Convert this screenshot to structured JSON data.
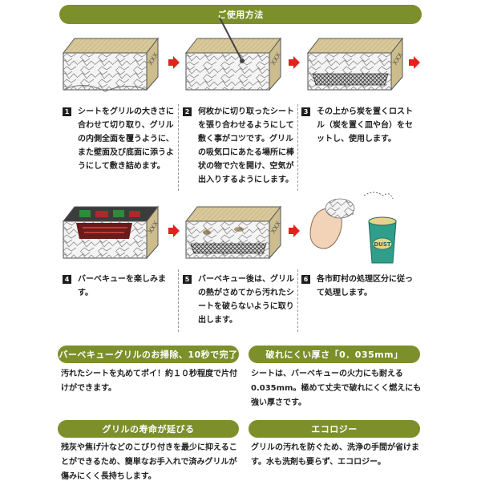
{
  "header": {
    "title": "ご使用方法"
  },
  "steps": [
    {
      "num": "1",
      "text": "シートをグリルの大きさに合わせて切り取り、グリルの内側全面を覆うように、また壁面及び底面に添うようにして敷き詰めます。"
    },
    {
      "num": "2",
      "text": "何枚かに切り取ったシートを張り合わせるようにして敷く事がコツです。グリルの吸気口にあたる場所に棒状の物で穴を開け、空気が出入りするようにします。"
    },
    {
      "num": "3",
      "text": "その上から炭を置くロストル（炭を置く皿や台）をセットし、使用します。"
    },
    {
      "num": "4",
      "text": "バーベキューを楽しみます。"
    },
    {
      "num": "5",
      "text": "バーベキュー後は、グリルの熱がさめてから汚れたシートを破らないように取り出します。"
    },
    {
      "num": "6",
      "text": "各市町村の処理区分に従って処理します。"
    }
  ],
  "illustrations": {
    "box_label": "XXX",
    "can_label": "DUST"
  },
  "features": [
    {
      "title": "バーベキューグリルのお掃除、10秒で完了",
      "text": "汚れたシートを丸めてポイ！約１０秒程度で片付けができます。"
    },
    {
      "title": "破れにくい厚さ「0．035mm」",
      "text": "シートは、バーベキューの火力にも耐える0.035mm。極めて丈夫で破れにくく燃えにも強い厚さです。"
    },
    {
      "title": "グリルの寿命が延びる",
      "text": "残灰や焦げ汁などのこびり付きを最少に抑えることができるため、簡単なお手入れで済みグリルが傷みにくく長持ちします。"
    },
    {
      "title": "エコロジー",
      "text": "グリルの汚れを防ぐため、洗浄の手間が省けます。水も洗剤も要らず、エコロジー。"
    }
  ],
  "colors": {
    "accent": "#7d8f2b",
    "arrow": "#e0231c",
    "charcoal": "#2a2a2a",
    "can": "#2f9e8a"
  }
}
